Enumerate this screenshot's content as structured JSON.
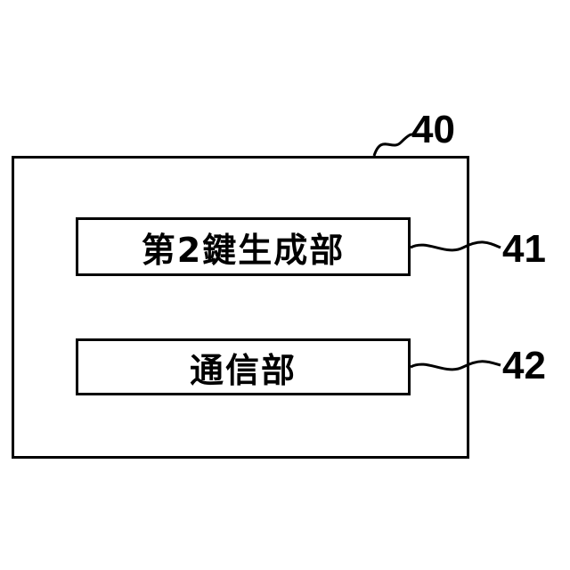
{
  "outer_component": {
    "ref_number": "40"
  },
  "components": [
    {
      "ref_number": "41",
      "label": "第2鍵生成部"
    },
    {
      "ref_number": "42",
      "label": "通信部"
    }
  ]
}
